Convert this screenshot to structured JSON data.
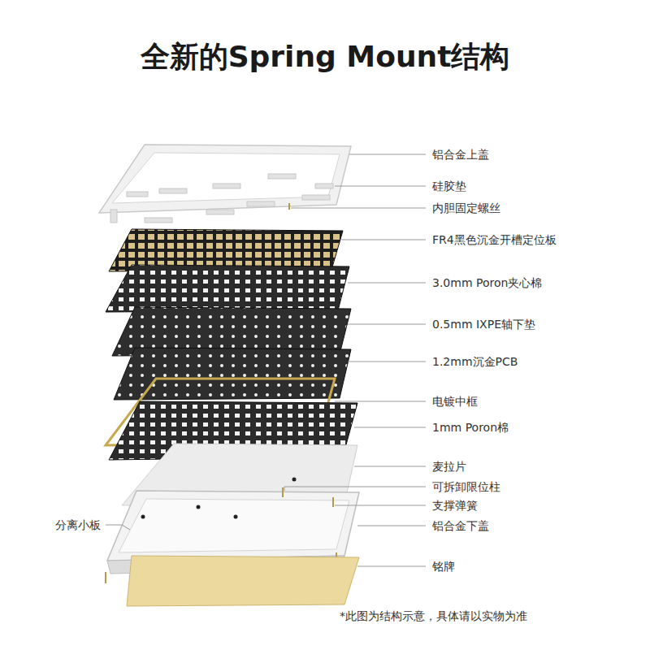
{
  "diagram": {
    "title": "全新的Spring Mount结构",
    "caption": "*此图为结构示意，具体请以实物为准",
    "labels": [
      "铝合金上盖",
      "硅胶垫",
      "内胆固定螺丝",
      "FR4黑色沉金开槽定位板",
      "3.0mm Poron夹心棉",
      "0.5mm IXPE轴下垫",
      "1.2mm沉金PCB",
      "电镀中框",
      "1mm Poron棉",
      "麦拉片",
      "可拆卸限位柱",
      "支撑弹簧",
      "分离小板",
      "铝合金下盖",
      "铭牌"
    ]
  }
}
